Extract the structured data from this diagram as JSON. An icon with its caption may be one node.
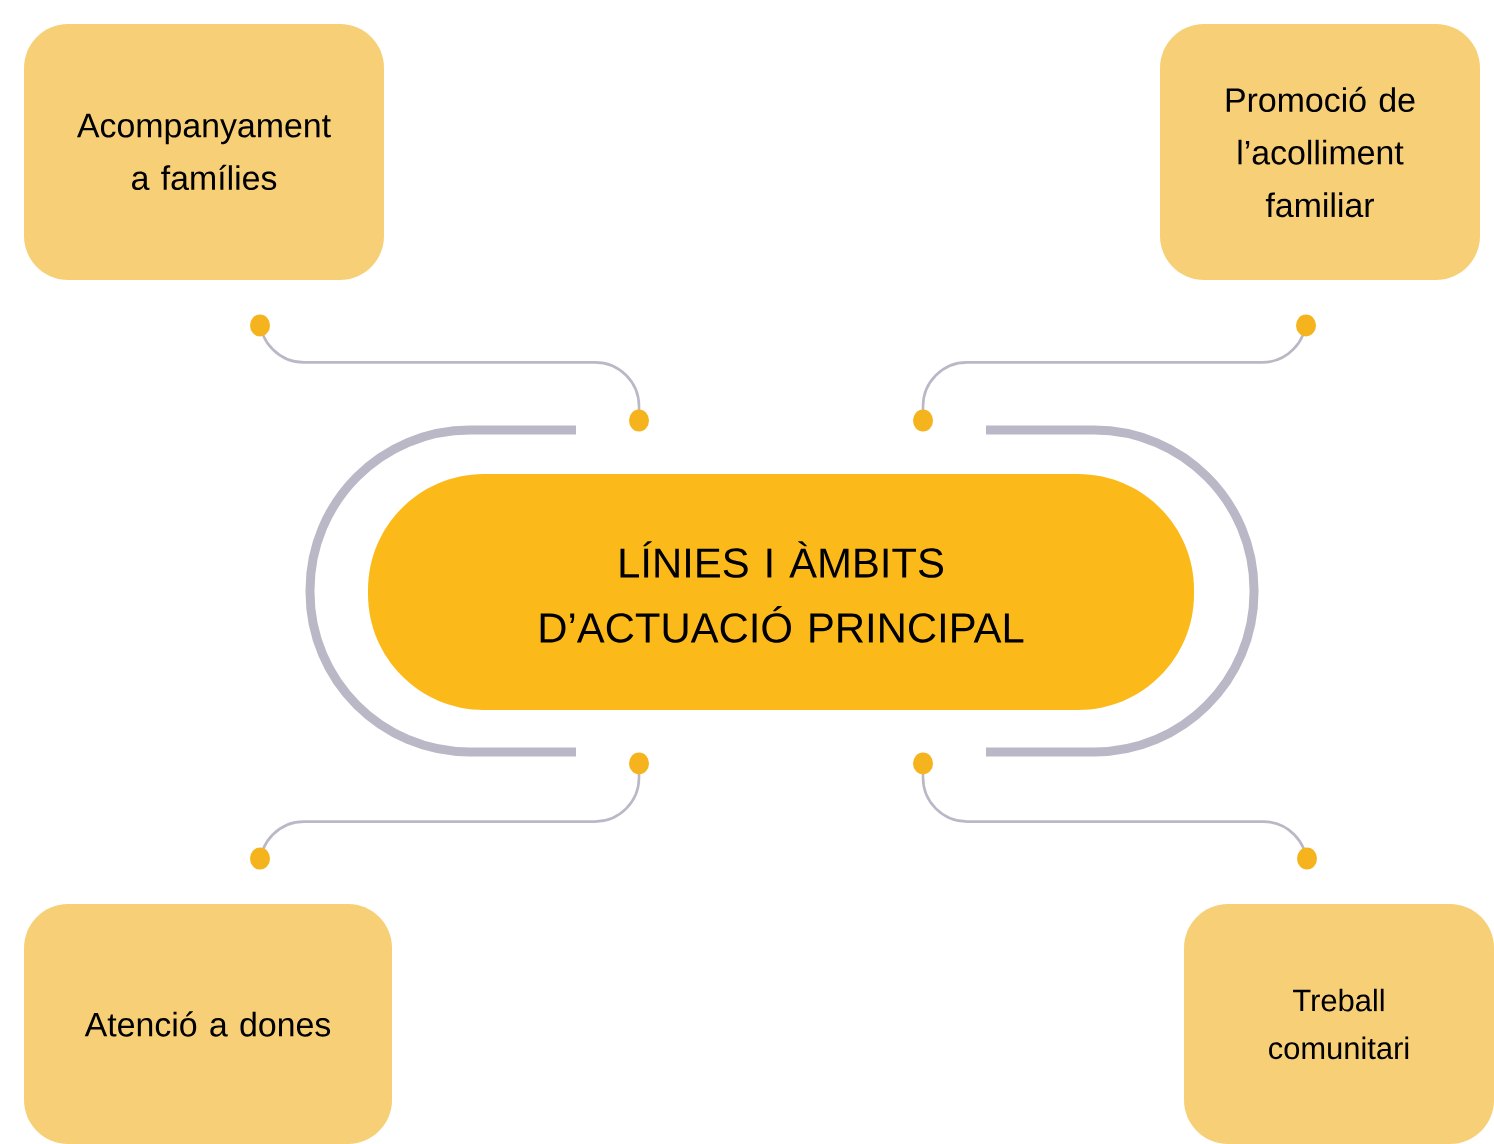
{
  "diagram": {
    "nodes": [
      {
        "text": [
          "LÍNIES I ÀMBITS D’ACTUACIÓ PRINCIPAL"
        ]
      },
      {
        "text": [
          "Acompanyament a famílies"
        ]
      },
      {
        "text": [
          "Promoció de l’acolliment familiar"
        ]
      },
      {
        "text": [
          "Atenció a dones"
        ]
      },
      {
        "text": [
          "Treball comunitari"
        ]
      }
    ],
    "edges": [
      {
        "from": 0,
        "to": 1,
        "arrow": "other"
      },
      {
        "from": 0,
        "to": 2,
        "arrow": "other"
      },
      {
        "from": 0,
        "to": 3,
        "arrow": "other"
      },
      {
        "from": 0,
        "to": 4,
        "arrow": "other"
      }
    ]
  }
}
